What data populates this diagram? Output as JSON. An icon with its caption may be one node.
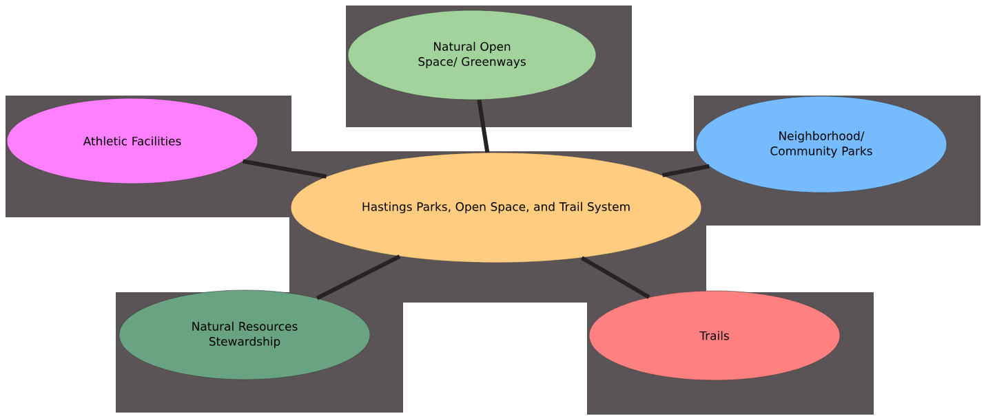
{
  "diagram": {
    "nodes": [
      {
        "text": [
          "Natural Open Space/ Greenways"
        ]
      },
      {
        "text": [
          "Athletic Facilities"
        ]
      },
      {
        "text": [
          "Neighborhood/ Community Parks"
        ]
      },
      {
        "text": [
          "Hastings Parks, Open Space, and Trail System"
        ]
      },
      {
        "text": [
          "Natural Resources Stewardship"
        ]
      },
      {
        "text": [
          "Trails"
        ]
      }
    ],
    "edges": [
      {
        "from": 3,
        "to": 0,
        "arrow": "none"
      },
      {
        "from": 3,
        "to": 1,
        "arrow": "none"
      },
      {
        "from": 3,
        "to": 2,
        "arrow": "none"
      },
      {
        "from": 3,
        "to": 4,
        "arrow": "none"
      },
      {
        "from": 3,
        "to": 5,
        "arrow": "none"
      }
    ]
  }
}
